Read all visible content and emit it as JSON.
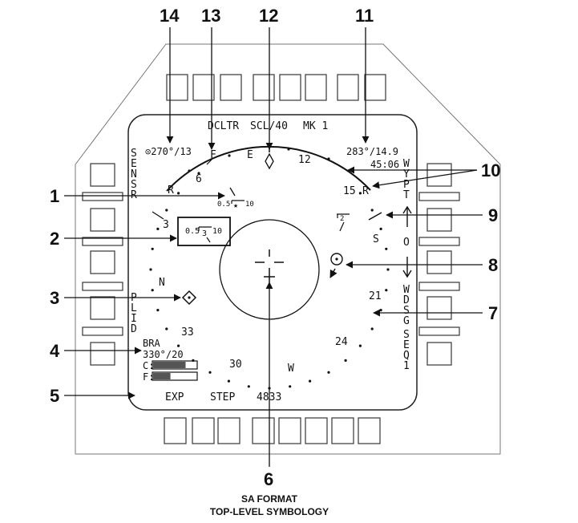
{
  "top_row": {
    "declutter": "DCLTR",
    "scale": "SCL/40",
    "mark": "MK 1"
  },
  "bullseye_readout": "⊙270°/13",
  "waypoint_readout": {
    "bearing_range": "283°/14.9",
    "time": "45:06"
  },
  "left_options": {
    "sensr": "SENSR",
    "plid": "PLID"
  },
  "right_options": {
    "wypt": "WYPT",
    "o": "O",
    "wdsg": "WDSG",
    "seq": "SEQ1"
  },
  "compass_labels": [
    "F",
    "E",
    "12",
    "15",
    "R",
    "S",
    "21",
    "24",
    "W",
    "30",
    "33",
    "N",
    "3",
    "6",
    "R"
  ],
  "contacts": {
    "hooked": {
      "left": "0.5",
      "mid": "3",
      "right": "10"
    },
    "other": {
      "left": "0.5",
      "right": "10"
    },
    "small_box": "2"
  },
  "bra": {
    "label": "BRA",
    "value": "330°/20",
    "c_label": "C:",
    "f_label": "F:",
    "c_fill": 0.75,
    "f_fill": 0.4
  },
  "bottom_row": {
    "exp": "EXP",
    "step": "STEP",
    "code": "4833"
  },
  "callouts": [
    "1",
    "2",
    "3",
    "4",
    "5",
    "6",
    "7",
    "8",
    "9",
    "10",
    "11",
    "12",
    "13",
    "14"
  ],
  "caption": {
    "line1": "SA FORMAT",
    "line2": "TOP-LEVEL SYMBOLOGY"
  }
}
